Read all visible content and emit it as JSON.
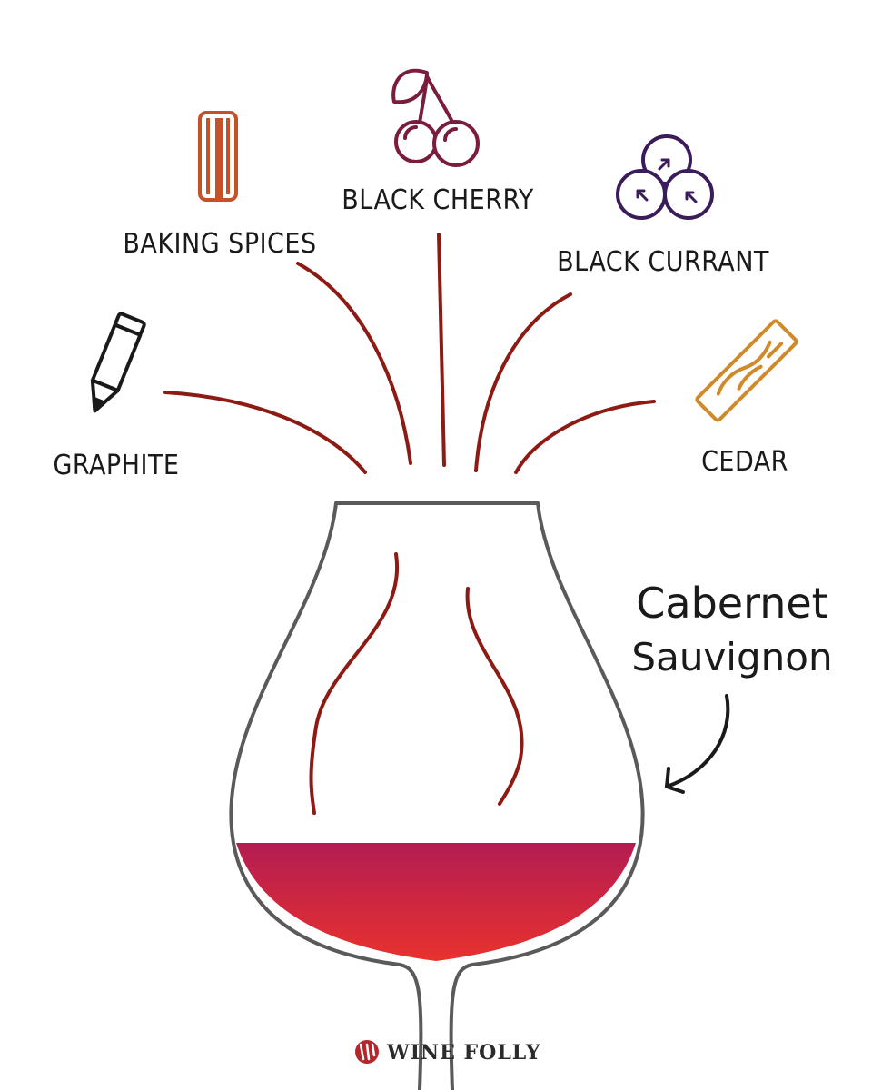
{
  "aromas": [
    {
      "label": "GRAPHITE",
      "icon": "pencil-icon",
      "color": "#1a1a1a"
    },
    {
      "label": "BAKING SPICES",
      "icon": "cinnamon-sticks-icon",
      "color": "#c4512a"
    },
    {
      "label": "BLACK CHERRY",
      "icon": "cherry-icon",
      "color": "#7a1c3a"
    },
    {
      "label": "BLACK CURRANT",
      "icon": "black-currant-icon",
      "color": "#3a1c5a"
    },
    {
      "label": "CEDAR",
      "icon": "cedar-wood-icon",
      "color": "#d08a2a"
    }
  ],
  "wine": {
    "name_line_1": "Cabernet",
    "name_line_2": "Sauvignon"
  },
  "brand": {
    "name": "WINE FOLLY",
    "icon": "wine-folly-logo-icon",
    "color": "#b5252a"
  },
  "colors": {
    "aroma_lines": "#8e1a14",
    "glass_outline": "#5a5a5a",
    "wine_top": "#b31c52",
    "wine_bottom": "#e8322e"
  }
}
